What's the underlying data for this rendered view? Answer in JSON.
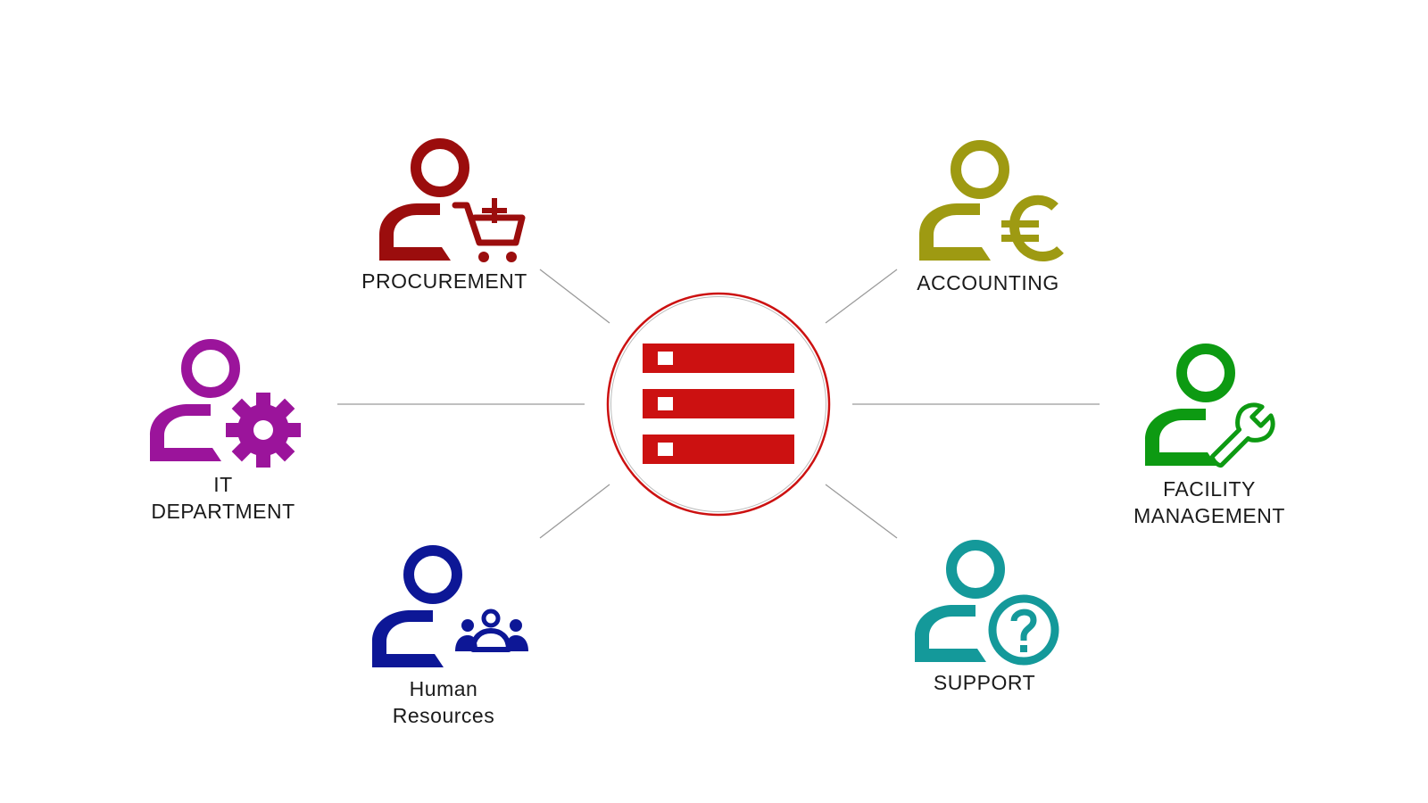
{
  "departments": {
    "procurement": {
      "lines": [
        "PROCUREMENT"
      ],
      "color": "#9b0d0d",
      "icon": "user-cart-plus-icon"
    },
    "accounting": {
      "lines": [
        "ACCOUNTING"
      ],
      "color": "#9e9a12",
      "icon": "user-euro-icon"
    },
    "it": {
      "lines": [
        "IT",
        "DEPARTMENT"
      ],
      "color": "#9b149b",
      "icon": "user-gear-icon"
    },
    "facility": {
      "lines": [
        "FACILITY",
        "MANAGEMENT"
      ],
      "color": "#0d9a12",
      "icon": "user-wrench-icon"
    },
    "hr": {
      "lines": [
        "Human",
        "Resources"
      ],
      "color": "#0d1796",
      "icon": "user-group-icon"
    },
    "support": {
      "lines": [
        "SUPPORT"
      ],
      "color": "#14999a",
      "icon": "user-question-icon"
    }
  },
  "hub": {
    "color": "#cc1111",
    "icon": "server-stack-icon"
  },
  "connector_color": "#9a9a9a"
}
